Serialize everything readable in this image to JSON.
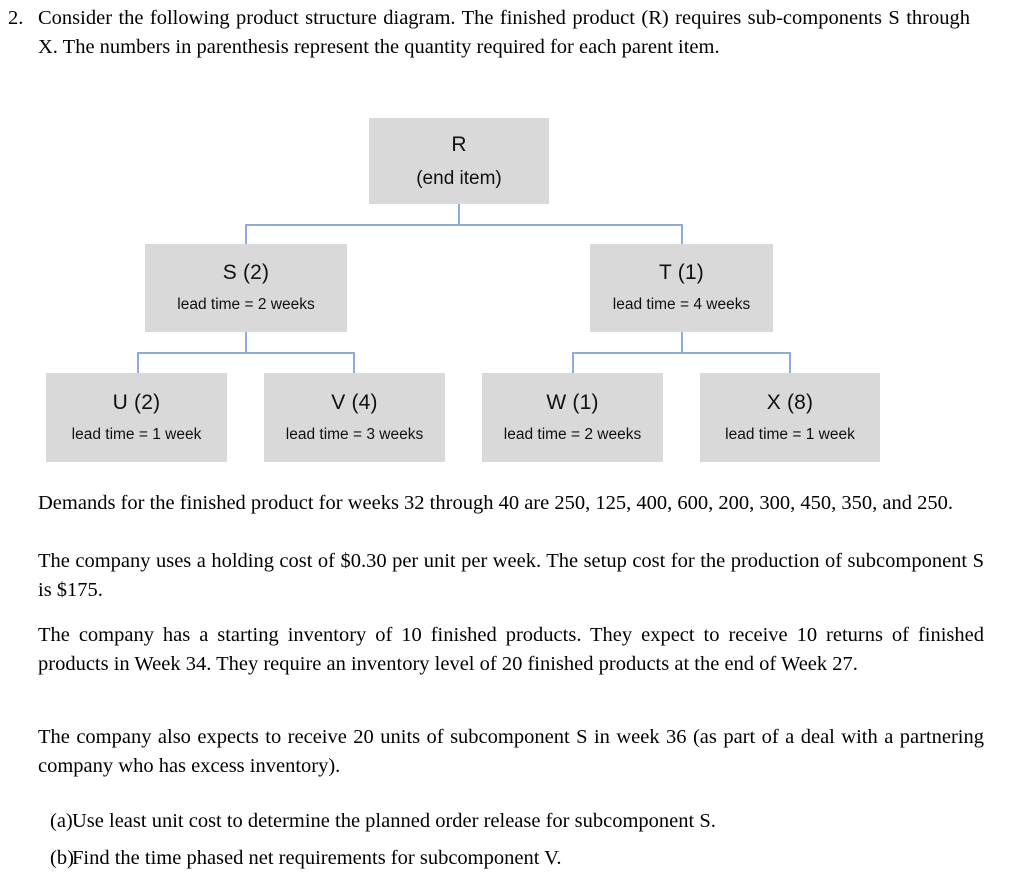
{
  "question": {
    "number": "2.",
    "stem": "Consider the following product structure diagram. The finished product (R) requires sub-components S through X. The numbers in parenthesis represent the quantity required for each parent item."
  },
  "diagram": {
    "type": "product-structure-tree",
    "box_fill_color": "#d9d9d9",
    "connector_color": "#8faadc",
    "nodes": [
      {
        "id": "R",
        "title": "R",
        "subtitle": "(end item)",
        "level": 0,
        "parent": null
      },
      {
        "id": "S",
        "title": "S (2)",
        "subtitle": "lead time = 2 weeks",
        "quantity": 2,
        "lead_time_weeks": 2,
        "level": 1,
        "parent": "R"
      },
      {
        "id": "T",
        "title": "T (1)",
        "subtitle": "lead time = 4 weeks",
        "quantity": 1,
        "lead_time_weeks": 4,
        "level": 1,
        "parent": "R"
      },
      {
        "id": "U",
        "title": "U (2)",
        "subtitle": "lead time = 1 week",
        "quantity": 2,
        "lead_time_weeks": 1,
        "level": 2,
        "parent": "S"
      },
      {
        "id": "V",
        "title": "V (4)",
        "subtitle": "lead time = 3 weeks",
        "quantity": 4,
        "lead_time_weeks": 3,
        "level": 2,
        "parent": "S"
      },
      {
        "id": "W",
        "title": "W (1)",
        "subtitle": "lead time = 2 weeks",
        "quantity": 1,
        "lead_time_weeks": 2,
        "level": 2,
        "parent": "T"
      },
      {
        "id": "X",
        "title": "X (8)",
        "subtitle": "lead time = 1 week",
        "quantity": 8,
        "lead_time_weeks": 1,
        "level": 2,
        "parent": "T"
      }
    ]
  },
  "paragraphs": {
    "demands": "Demands for the finished product for weeks 32 through 40 are 250, 125, 400, 600, 200, 300, 450, 350, and 250.",
    "costs": "The company uses a holding cost of $0.30 per unit per week. The setup cost for the production of subcomponent S is $175.",
    "inventory": "The company has a starting inventory of 10 finished products. They expect to receive 10 returns of finished products in Week 34. They require an inventory level of 20 finished products at the end of Week 27.",
    "scheduled_receipt": "The company also expects to receive 20 units of subcomponent S in week 36 (as part of a deal with a partnering company who has excess inventory)."
  },
  "subquestions": [
    {
      "label": "(a)",
      "text": "Use least unit cost to determine the planned order release for subcomponent S."
    },
    {
      "label": "(b)",
      "text": "Find the time phased net requirements for subcomponent V."
    }
  ]
}
